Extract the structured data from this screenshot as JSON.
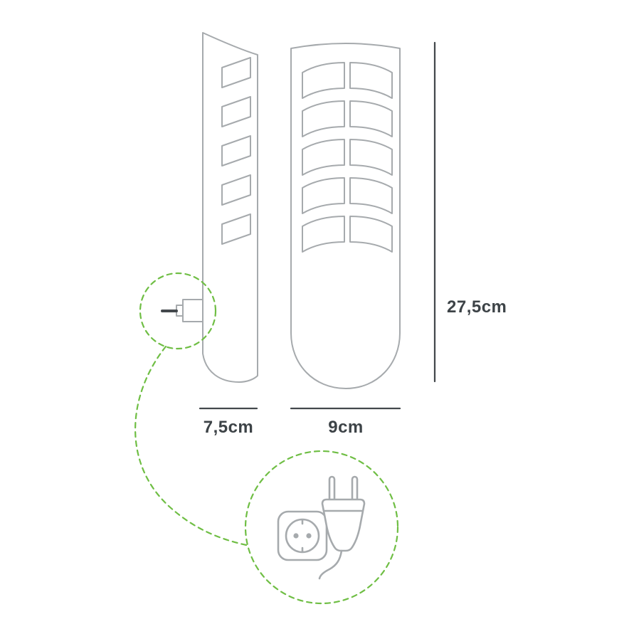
{
  "diagram": {
    "labels": {
      "height": "27,5cm",
      "side_width": "7,5cm",
      "front_width": "9cm"
    },
    "views": {
      "side": {
        "vent_slots": 5
      },
      "front": {
        "vent_rows": 5,
        "vent_columns": 2
      }
    },
    "callout": {
      "icons": [
        "power-socket-icon",
        "eu-plug-icon"
      ]
    },
    "colors": {
      "outline": "#a6aaad",
      "dimension": "#43484c",
      "text": "#3d4347",
      "accent": "#6fbe44",
      "background": "#ffffff"
    }
  }
}
